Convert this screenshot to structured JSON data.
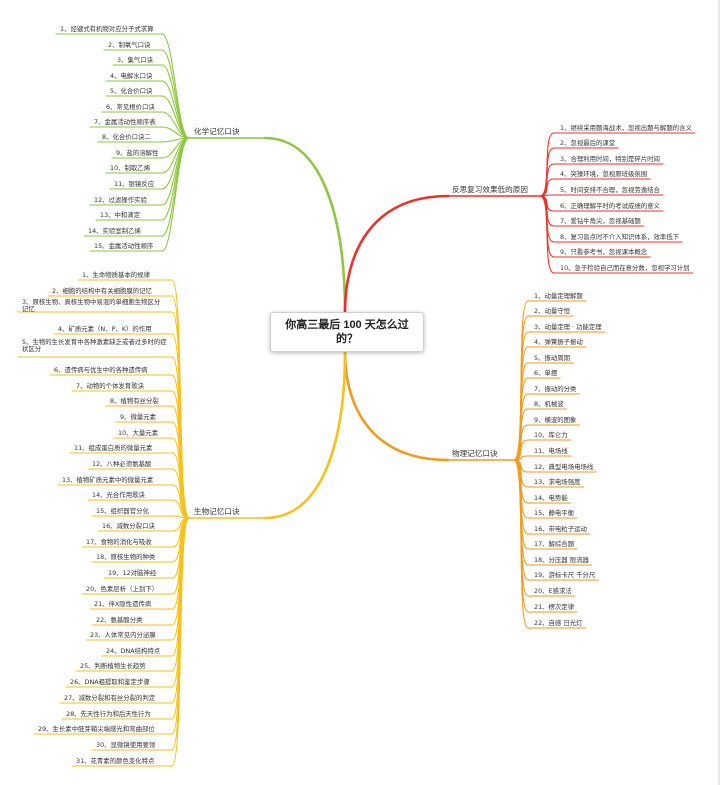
{
  "center_topic": "你高三最后 100 天怎么过的？",
  "colors": {
    "chemistry": "#8dc63f",
    "reflection": "#e8332a",
    "physics": "#f39a1e",
    "biology": "#f6c21a"
  },
  "branches": [
    {
      "key": "chemistry",
      "label": "化学记忆口诀",
      "items": [
        "1、烃键式有机物对应分子式求算",
        "2、制氧气口诀",
        "3、集气口诀",
        "4、电解水口诀",
        "5、化合价口诀",
        "6、常见根价口诀",
        "7、金属活动性顺序表",
        "8、化合价口诀二",
        "9、盐的溶解性",
        "10、制取乙烯",
        "11、银镜反应",
        "12、过滤操作实验",
        "13、中和滴定",
        "14、实验室制乙烯",
        "15、金属活动性顺序"
      ]
    },
    {
      "key": "reflection",
      "label": "反思复习效果低的原因",
      "items": [
        "1、继续采用题海战术，忽视出题与解题的含义",
        "2、忽视最后的课堂",
        "3、合理利用时间，特别是碎片时间",
        "4、突操环境，忽视原班级氛围",
        "5、时间安排不合理，忽视劳逸结合",
        "6、正确理解平时的考试成绩的意义",
        "7、爱钻牛角尖，忽视基础题",
        "8、复习盲点时不介入知识体系，效率低下",
        "9、只看参考书，忽视课本概念",
        "10、急于检验自己而在意分数，忽视学习计划"
      ]
    },
    {
      "key": "physics",
      "label": "物理记忆口诀",
      "items": [
        "1、动量定理解题",
        "2、动量守恒",
        "3、动量定理 · 功能定理",
        "4、弹簧振子振动",
        "5、振动周期",
        "6、单摆",
        "7、振动的分类",
        "8、机械波",
        "9、横波的图象",
        "10、库仑力",
        "11、电场线",
        "12、典型电场电场线",
        "13、求电场强度",
        "14、电势能",
        "15、静电平衡",
        "16、带电粒子运动",
        "17、解综合题",
        "18、分压器 限流器",
        "19、游标卡尺 千分尺",
        "20、E感求法",
        "21、楞次定律",
        "22、自感 日光灯"
      ]
    },
    {
      "key": "biology",
      "label": "生物记忆口诀",
      "items": [
        "1、生命物质基本的规律",
        "2、细胞的结构中有关细胞膜的记忆",
        "3、原核生物、真核生物中易混的单细胞生物区分记忆",
        "4、矿质元素（N、P、K）的作用",
        "5、生物的生长发育中各种激素缺乏或者过多时的症状区分",
        "6、遗传病与优生中的各种遗传病",
        "7、动物的个体发育歌诀",
        "8、植物有丝分裂",
        "9、微量元素",
        "10、大量元素",
        "11、组成蛋白质的微量元素",
        "12、八种必须氨基酸",
        "13、植物矿质元素中的微量元素",
        "14、光合作用歌诀",
        "15、组织器官分化",
        "16、减数分裂口诀",
        "17、食物的消化与吸收",
        "18、原核生物的种类",
        "19、12对脑神经",
        "20、色素层析（上到下）",
        "21、伴X隐性遗传病",
        "22、氨基酸分类",
        "23、人体常见内分泌腺",
        "24、DNA结构特点",
        "25、判断植物生长趋势",
        "26、DNA粗提取和鉴定步骤",
        "27、减数分裂和有丝分裂的判定",
        "28、先天性行为和后天性行为",
        "29、生长素中胚芽鞘尖端感光和弯曲部位",
        "30、显微镜使用要领",
        "31、花青素的颜色变化特点"
      ]
    }
  ]
}
